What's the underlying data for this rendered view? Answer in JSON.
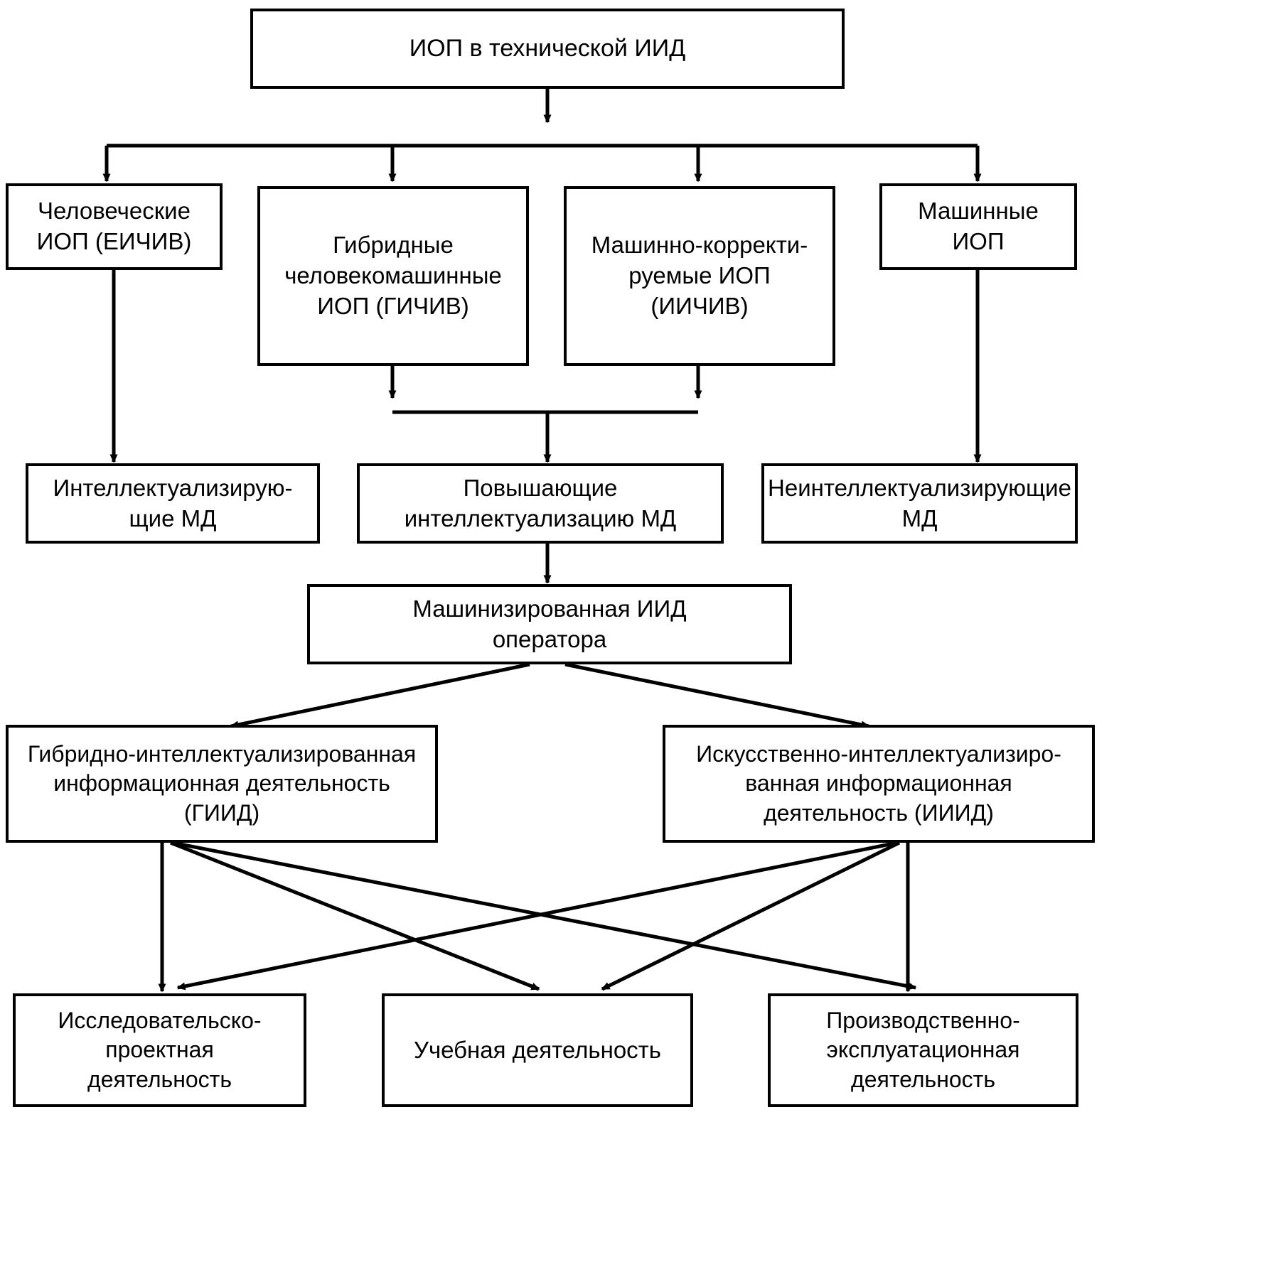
{
  "diagram": {
    "title": "ИОП в технической ИИД",
    "language": "ru",
    "type": "hierarchical-flowchart",
    "nodes": [
      {
        "id": "root",
        "label": "ИОП в технической ИИД"
      },
      {
        "id": "human",
        "label": "Человеческие\nИОП (ЕИЧИВ)"
      },
      {
        "id": "hybrid",
        "label": "Гибридные\nчеловекомашинные\nИОП (ГИЧИВ)"
      },
      {
        "id": "corrected",
        "label": "Машинно-корректи-\nруемые ИОП\n(ИИЧИВ)"
      },
      {
        "id": "machine",
        "label": "Машинные\nИОП"
      },
      {
        "id": "intelmd",
        "label": "Интеллектуализирую-\nщие МД"
      },
      {
        "id": "raisemd",
        "label": "Повышающие\nинтеллектуализацию МД"
      },
      {
        "id": "nonintelmd",
        "label": "Неинтеллектуализирующие\nМД"
      },
      {
        "id": "operator",
        "label": "Машинизированная ИИД\nоператора"
      },
      {
        "id": "giid",
        "label": "Гибридно-интеллектуализированная\nинформационная деятельность\n(ГИИД)"
      },
      {
        "id": "iiid",
        "label": "Искусственно-интеллектуализиро-\nванная информационная\nдеятельность (ИИИД)"
      },
      {
        "id": "research",
        "label": "Исследовательско-\nпроектная\nдеятельность"
      },
      {
        "id": "study",
        "label": "Учебная деятельность"
      },
      {
        "id": "production",
        "label": "Производственно-\nэксплуатационная\nдеятельность"
      }
    ],
    "edges": [
      {
        "from": "root",
        "to": "human"
      },
      {
        "from": "root",
        "to": "hybrid"
      },
      {
        "from": "root",
        "to": "corrected"
      },
      {
        "from": "root",
        "to": "machine"
      },
      {
        "from": "human",
        "to": "intelmd"
      },
      {
        "from": "hybrid",
        "to": "raisemd"
      },
      {
        "from": "corrected",
        "to": "raisemd"
      },
      {
        "from": "machine",
        "to": "nonintelmd"
      },
      {
        "from": "raisemd",
        "to": "operator"
      },
      {
        "from": "operator",
        "to": "giid"
      },
      {
        "from": "operator",
        "to": "iiid"
      },
      {
        "from": "giid",
        "to": "research"
      },
      {
        "from": "giid",
        "to": "study"
      },
      {
        "from": "giid",
        "to": "production"
      },
      {
        "from": "iiid",
        "to": "research"
      },
      {
        "from": "iiid",
        "to": "study"
      },
      {
        "from": "iiid",
        "to": "production"
      }
    ],
    "colors": {
      "line": "#000000",
      "box_fill": "#ffffff",
      "text": "#000000"
    }
  }
}
